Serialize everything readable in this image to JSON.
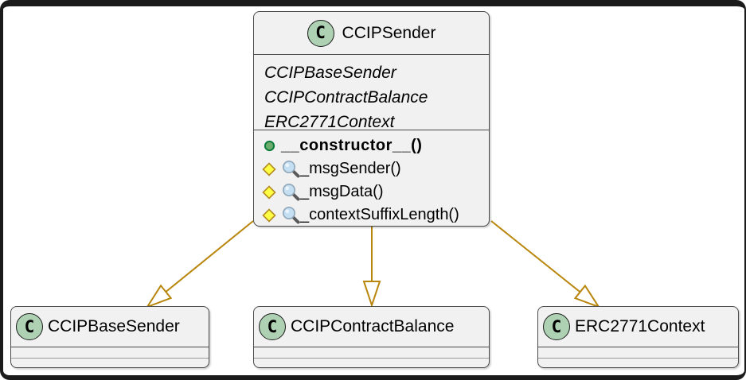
{
  "diagram": {
    "type": "uml-class-diagram",
    "main_class": {
      "icon_letter": "C",
      "name": "CCIPSender",
      "inherited_names": {
        "line1": "CCIPBaseSender",
        "line2": "CCIPContractBalance",
        "line3": "ERC2771Context"
      },
      "methods": [
        {
          "visibility": "public",
          "label": "__constructor__()",
          "bold": true,
          "magnifier": false
        },
        {
          "visibility": "protected",
          "label": "_msgSender()",
          "bold": false,
          "magnifier": true
        },
        {
          "visibility": "protected",
          "label": "_msgData()",
          "bold": false,
          "magnifier": true
        },
        {
          "visibility": "protected",
          "label": "_contextSuffixLength()",
          "bold": false,
          "magnifier": true
        }
      ]
    },
    "base_classes": [
      {
        "icon_letter": "C",
        "name": "CCIPBaseSender"
      },
      {
        "icon_letter": "C",
        "name": "CCIPContractBalance"
      },
      {
        "icon_letter": "C",
        "name": "ERC2771Context"
      }
    ],
    "relationships": [
      {
        "from": "CCIPSender",
        "to": "CCIPBaseSender",
        "kind": "generalization"
      },
      {
        "from": "CCIPSender",
        "to": "CCIPContractBalance",
        "kind": "generalization"
      },
      {
        "from": "CCIPSender",
        "to": "ERC2771Context",
        "kind": "generalization"
      }
    ],
    "colors": {
      "class_fill": "#f1f1f1",
      "class_border": "#4a4a4a",
      "class_icon_fill": "#add1b2",
      "arrow": "#b8860b",
      "protected_diamond_fill": "#ffff44",
      "protected_diamond_border": "#b38d22",
      "public_circle_fill": "#6cac6c",
      "public_circle_border": "#0b7b3b",
      "frame": "#1b1b1b"
    }
  }
}
